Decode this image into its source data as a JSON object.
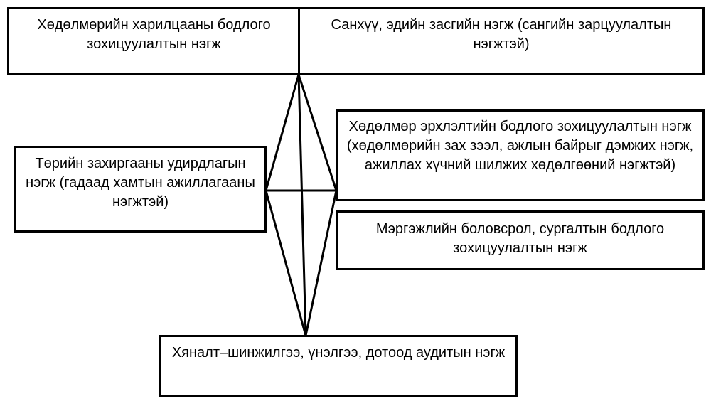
{
  "diagram": {
    "boxes": {
      "labor_relations": "Хөдөлмөрийн харилцааны бодлого зохицуулалтын нэгж",
      "finance": "Санхүү, эдийн засгийн нэгж (сангийн зарцуулалтын нэгжтэй)",
      "employment": "Хөдөлмөр эрхлэлтийн бодлого зохицуулалтын нэгж (хөдөлмөрийн зах зээл, ажлын байрыг дэмжих нэгж, ажиллах хүчний шилжих хөдөлгөөний нэгжтэй)",
      "state_admin": "Төрийн захиргааны удирдлагын нэгж (гадаад хамтын ажиллагааны нэгжтэй)",
      "vocational": "Мэргэжлийн боловсрол, сургалтын бодлого зохицуулалтын нэгж",
      "monitoring": "Хяналт–шинжилгээ, үнэлгээ, дотоод аудитын нэгж"
    },
    "line_color": "#000000",
    "border_color": "#000000"
  }
}
